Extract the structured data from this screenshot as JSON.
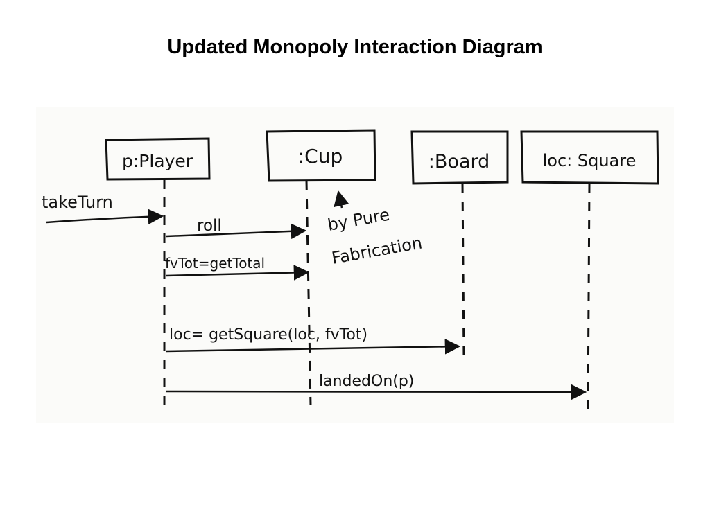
{
  "title": "Updated Monopoly Interaction Diagram",
  "diagram": {
    "lifelines": [
      {
        "id": "player",
        "label": "p:Player"
      },
      {
        "id": "cup",
        "label": ":Cup"
      },
      {
        "id": "board",
        "label": ":Board"
      },
      {
        "id": "square",
        "label": "loc: Square"
      }
    ],
    "found_message": "takeTurn",
    "messages": [
      {
        "label": "roll"
      },
      {
        "label": "fvTot=getTotal"
      },
      {
        "label": "loc= getSquare(loc, fvTot)"
      },
      {
        "label": "landedOn(p)"
      }
    ],
    "note": {
      "line1": "by Pure",
      "line2": "Fabrication"
    }
  },
  "colors": {
    "ink": "#111111",
    "paper": "#fbfbf9"
  }
}
